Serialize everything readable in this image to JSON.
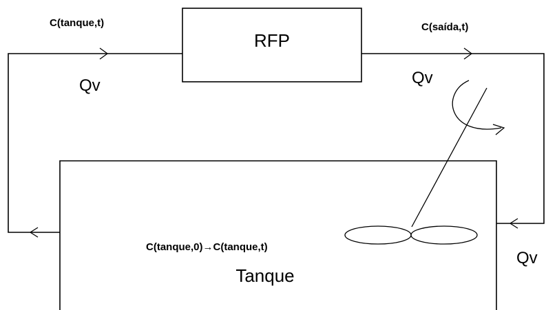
{
  "nodes": {
    "reactor": "RFP",
    "tank": "Tanque"
  },
  "labels": {
    "inlet_concentration": "C(tanque,t)",
    "inlet_flow": "Qv",
    "outlet_concentration": "C(saída,t)",
    "outlet_flow": "Qv",
    "return_flow": "Qv",
    "tank_concentration": "C(tanque,0)→C(tanque,t)"
  },
  "colors": {
    "stroke": "#000000",
    "background": "#ffffff"
  }
}
